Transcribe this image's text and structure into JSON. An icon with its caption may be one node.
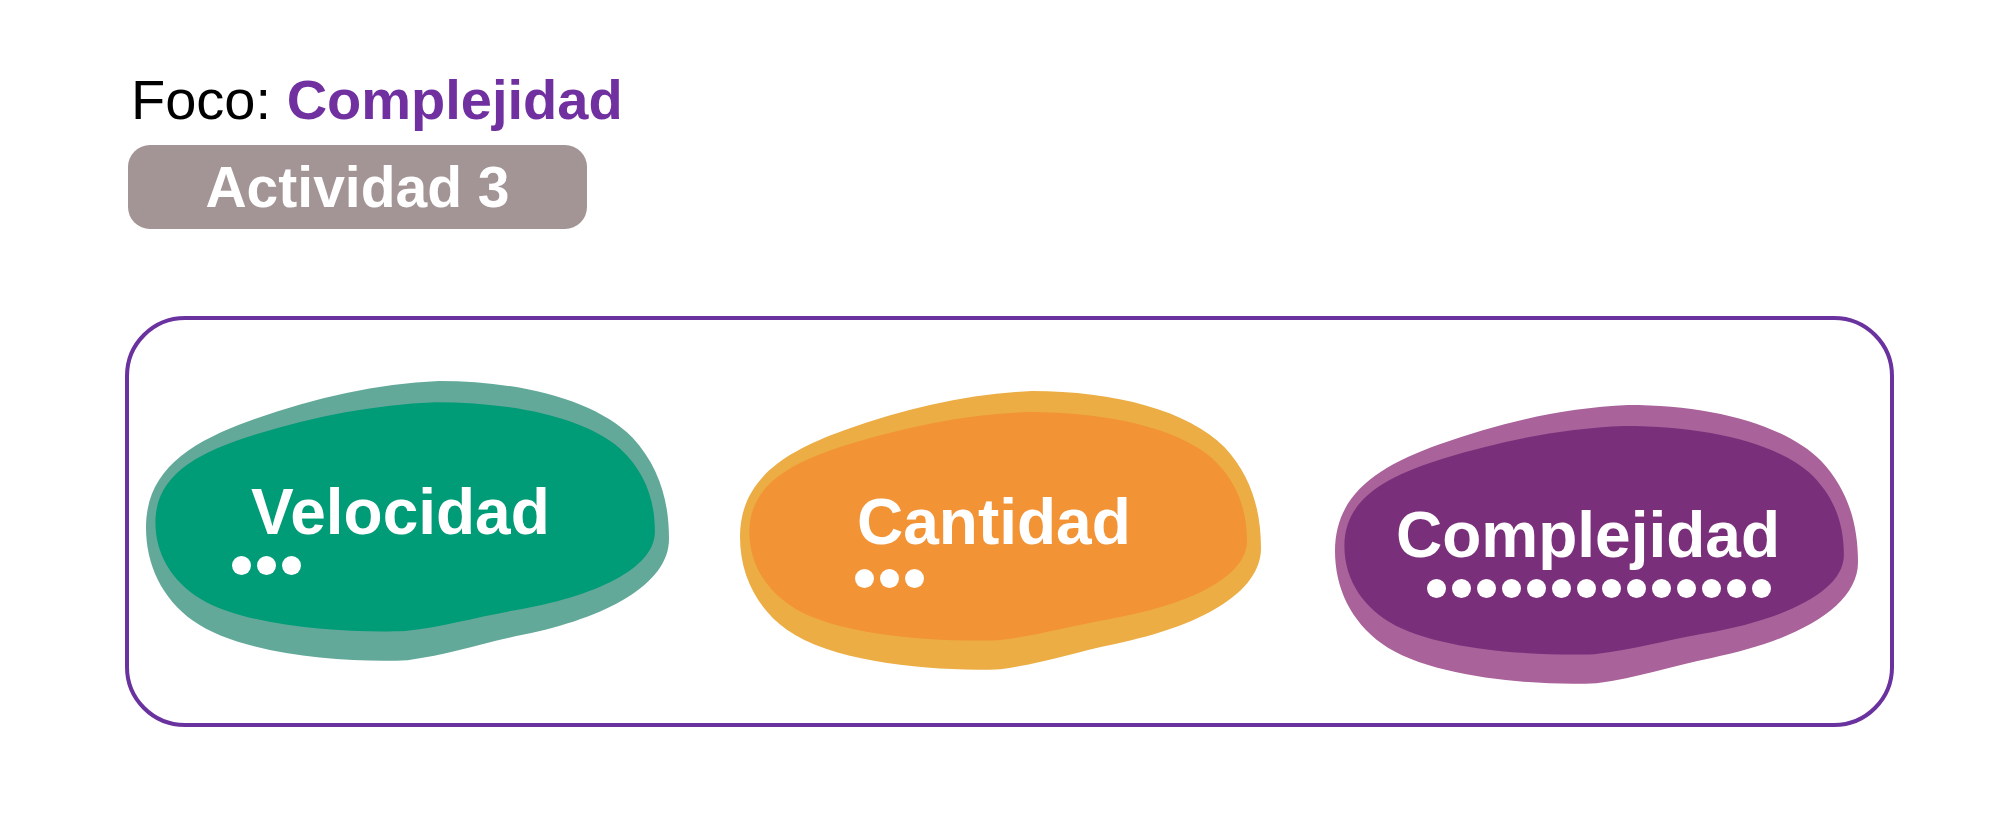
{
  "diagram": {
    "title": "Foco: **Complejidad**",
    "nodes": [
      {
        "text": [
          "Actividad 3"
        ]
      },
      {
        "text": [],
        "shape": "box"
      },
      {
        "text": [
          "Velocidad"
        ],
        "in": 1
      },
      {
        "text": [
          "Cantidad"
        ],
        "in": 1
      },
      {
        "text": [
          "Complejidad"
        ],
        "in": 1
      }
    ]
  }
}
